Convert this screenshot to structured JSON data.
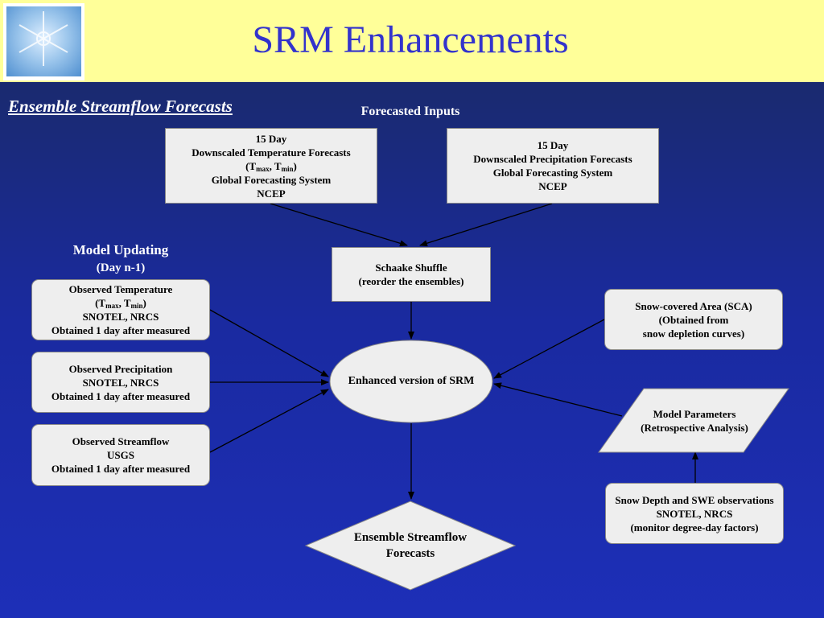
{
  "header": {
    "title": "SRM Enhancements",
    "logo_icon": "snowflake-icon"
  },
  "diagram": {
    "subtitle": "Ensemble Streamflow Forecasts",
    "forecasted_inputs_label": "Forecasted Inputs",
    "model_updating": {
      "title": "Model Updating",
      "subtitle": "(Day n-1)"
    },
    "temp_forecast": {
      "line1": "15 Day",
      "line2": "Downscaled Temperature Forecasts",
      "t_open": "(T",
      "max": "max",
      "sep": ", T",
      "min": "min",
      "t_close": ")",
      "line4": "Global Forecasting System",
      "line5": "NCEP"
    },
    "precip_forecast": {
      "line1": "15 Day",
      "line2": "Downscaled Precipitation Forecasts",
      "line3": "Global Forecasting System",
      "line4": "NCEP"
    },
    "schaake": {
      "line1": "Schaake Shuffle",
      "line2": "(reorder the ensembles)"
    },
    "obs_temp": {
      "line1": "Observed Temperature",
      "t_open": "(T",
      "max": "max",
      "sep": ", T",
      "min": "min",
      "t_close": ")",
      "line3": "SNOTEL, NRCS",
      "line4": "Obtained 1 day after measured"
    },
    "obs_precip": {
      "line1": "Observed Precipitation",
      "line2": "SNOTEL, NRCS",
      "line3": "Obtained 1 day after measured"
    },
    "obs_flow": {
      "line1": "Observed Streamflow",
      "line2": "USGS",
      "line3": "Obtained 1 day after measured"
    },
    "srm": {
      "label": "Enhanced version of SRM"
    },
    "sca": {
      "line1": "Snow-covered Area (SCA)",
      "line2": "(Obtained from",
      "line3": "snow depletion curves)"
    },
    "params": {
      "line1": "Model Parameters",
      "line2": "(Retrospective Analysis)"
    },
    "snow_depth": {
      "line1": "Snow Depth and SWE observations",
      "line2": "SNOTEL, NRCS",
      "line3": "(monitor degree-day factors)"
    },
    "output": {
      "line1": "Ensemble Streamflow",
      "line2": "Forecasts"
    }
  },
  "colors": {
    "header_bg": "#ffff99",
    "title_color": "#3333cc",
    "slide_bg": "#1a2aa0",
    "box_fill": "#eeeeee"
  }
}
